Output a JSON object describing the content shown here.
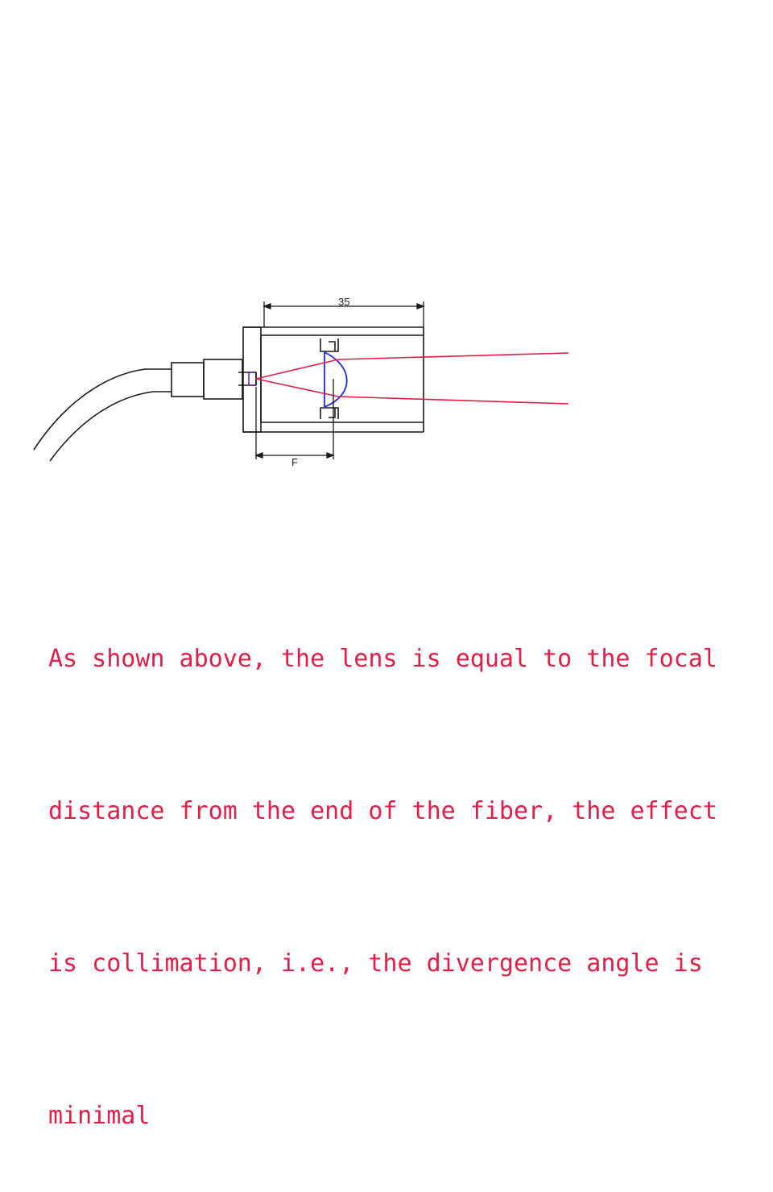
{
  "diagram": {
    "dimension_top": "35",
    "dimension_bottom": "F",
    "colors": {
      "outline": "#1a1a1a",
      "beam": "#e11d48",
      "lens": "#1f2bd6",
      "caption": "#e11d48"
    }
  },
  "caption": {
    "lines": [
      "As shown above, the lens is equal to the focal",
      "distance from the end of the fiber, the effect",
      "is collimation, i.e., the divergence angle is",
      "minimal"
    ]
  }
}
